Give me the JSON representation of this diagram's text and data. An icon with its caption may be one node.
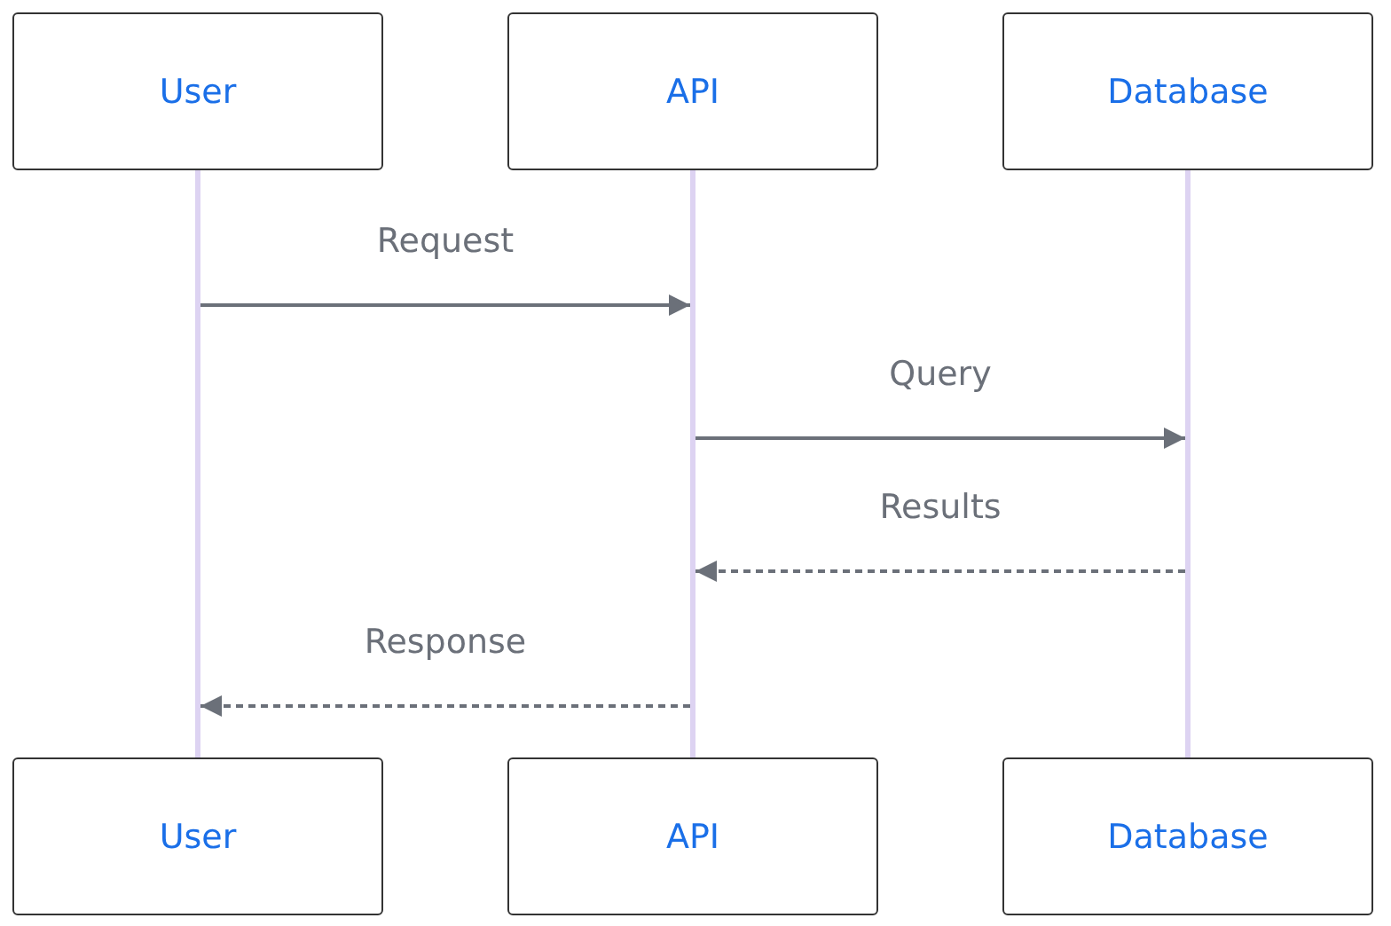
{
  "diagram": {
    "nodes": [
      {
        "text": [
          "User"
        ]
      },
      {
        "text": [
          "API"
        ]
      },
      {
        "text": [
          "Database"
        ]
      },
      {
        "text": [],
        "shape": "bar"
      },
      {
        "text": [],
        "shape": "bar"
      },
      {
        "text": [],
        "shape": "bar"
      },
      {
        "text": [
          "User"
        ]
      },
      {
        "text": [
          "API"
        ]
      },
      {
        "text": [
          "Database"
        ]
      }
    ],
    "edges": [
      {
        "from": 3,
        "to": 4,
        "arrow": "to",
        "label": "Request"
      },
      {
        "from": 4,
        "to": 5,
        "arrow": "to",
        "label": "Query"
      },
      {
        "from": 5,
        "to": 4,
        "arrow": "to",
        "label": "Results",
        "style": "dashed"
      },
      {
        "from": 4,
        "to": 3,
        "arrow": "to",
        "label": "Response",
        "style": "dashed"
      }
    ]
  }
}
